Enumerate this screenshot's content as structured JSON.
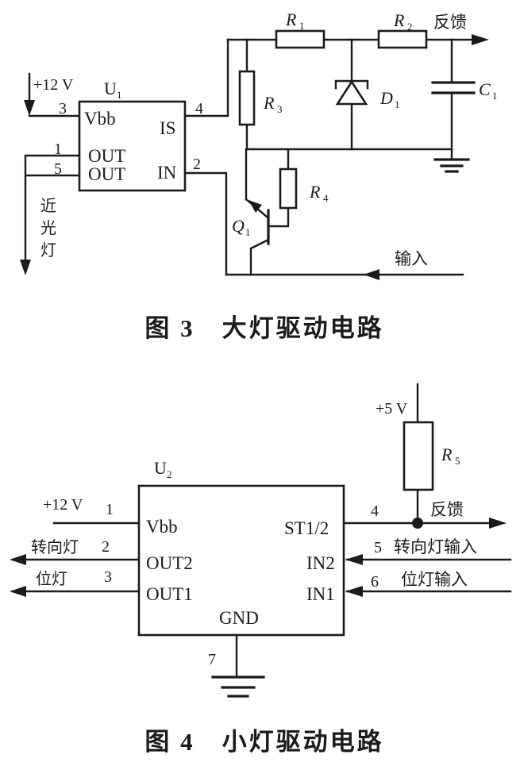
{
  "page": {
    "background": "#ffffff",
    "ink": "#1b1b1b"
  },
  "fig3": {
    "caption": "图 3　大灯驱动电路",
    "supply_label": "+12 V",
    "feedback_label": "反馈",
    "input_label": "输入",
    "low_beam": [
      "近",
      "光",
      "灯"
    ],
    "ic": {
      "ref_b": "U",
      "ref_s": "1",
      "pin_vbb": "Vbb",
      "pin_is": "IS",
      "pin_out_top": "OUT",
      "pin_out_bottom": "OUT",
      "pin_in": "IN",
      "num_3": "3",
      "num_4": "4",
      "num_1": "1",
      "num_5": "5",
      "num_2": "2"
    },
    "r1": {
      "b": "R",
      "s": "1"
    },
    "r2": {
      "b": "R",
      "s": "2"
    },
    "r3": {
      "b": "R",
      "s": "3"
    },
    "r4": {
      "b": "R",
      "s": "4"
    },
    "d1": {
      "b": "D",
      "s": "1"
    },
    "c1": {
      "b": "C",
      "s": "1"
    },
    "q1": {
      "b": "Q",
      "s": "1"
    }
  },
  "fig4": {
    "caption": "图 4　小灯驱动电路",
    "supply12_label": "+12 V",
    "supply5_label": "+5 V",
    "feedback_label": "反馈",
    "turn_lamp_label": "转向灯",
    "position_lamp_label": "位灯",
    "turn_input_label": "转向灯输入",
    "position_input_label": "位灯输入",
    "ic": {
      "ref_b": "U",
      "ref_s": "2",
      "pin_vbb": "Vbb",
      "pin_out2": "OUT2",
      "pin_out1": "OUT1",
      "pin_gnd": "GND",
      "pin_st": "ST1/2",
      "pin_in2": "IN2",
      "pin_in1": "IN1",
      "num_1": "1",
      "num_2": "2",
      "num_3": "3",
      "num_4": "4",
      "num_5": "5",
      "num_6": "6",
      "num_7": "7"
    },
    "r5": {
      "b": "R",
      "s": "5"
    }
  }
}
